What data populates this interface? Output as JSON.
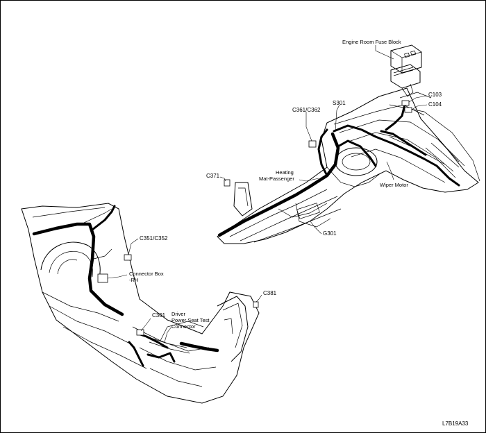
{
  "labels": {
    "engine_room_fuse_block": "Engine Room Fuse Block",
    "c103": "C103",
    "c104": "C104",
    "s301": "S301",
    "c361_c362": "C361/C362",
    "c371": "C371",
    "heating_line1": "Heating",
    "heating_line2": "Mat-Passenger",
    "wiper_motor": "Wiper Motor",
    "g301": "G301",
    "c351_c352": "C351/C352",
    "connector_box_line1": "Connector Box",
    "connector_box_line2": "-RH",
    "c381": "C381",
    "c301": "C301",
    "driver_line1": "Driver",
    "driver_line2": "Power Seat Test",
    "driver_line3": "Connector",
    "figure_code": "L7B19A33"
  }
}
